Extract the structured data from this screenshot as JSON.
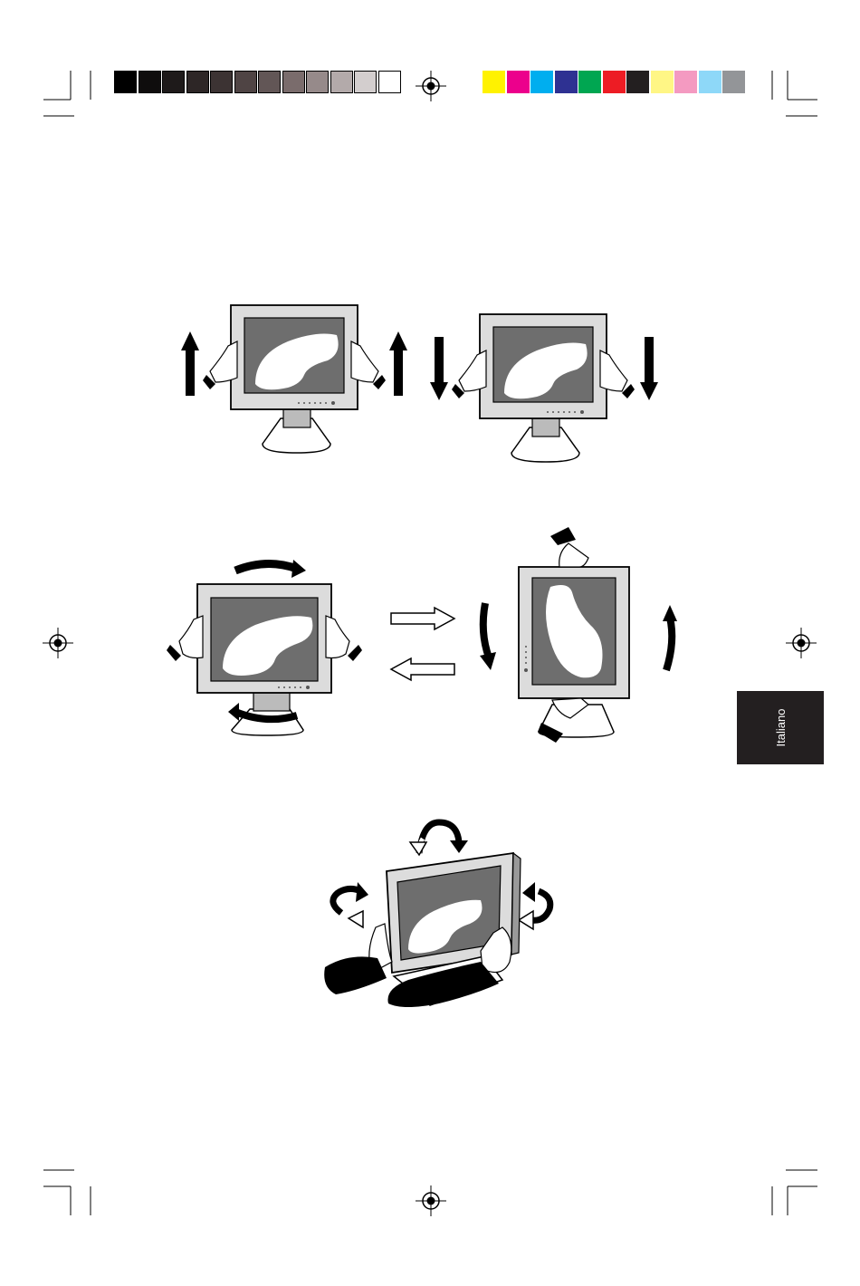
{
  "sidebar_tab": {
    "language_label": "Italiano"
  },
  "print_marks": {
    "grayscale_swatches": [
      "#000000",
      "#0f0d0d",
      "#1e1a1a",
      "#2d2626",
      "#3c3333",
      "#4f4444",
      "#625656",
      "#7a6c6c",
      "#968a8a",
      "#b3aaaa",
      "#d3cece",
      "#ffffff"
    ],
    "color_swatches": [
      "#fff200",
      "#ec008c",
      "#00aeef",
      "#2e3192",
      "#00a651",
      "#ed1c24",
      "#231f20",
      "#fff685",
      "#f49ac1",
      "#8ed8f8",
      "#939598"
    ]
  },
  "figures": {
    "height_adjust": {
      "raise_arrows": "up",
      "lower_arrows": "down"
    },
    "pivot": {
      "to_portrait": "right",
      "to_landscape": "left"
    },
    "tilt_swivel": {
      "rotation_axes": 3
    }
  }
}
